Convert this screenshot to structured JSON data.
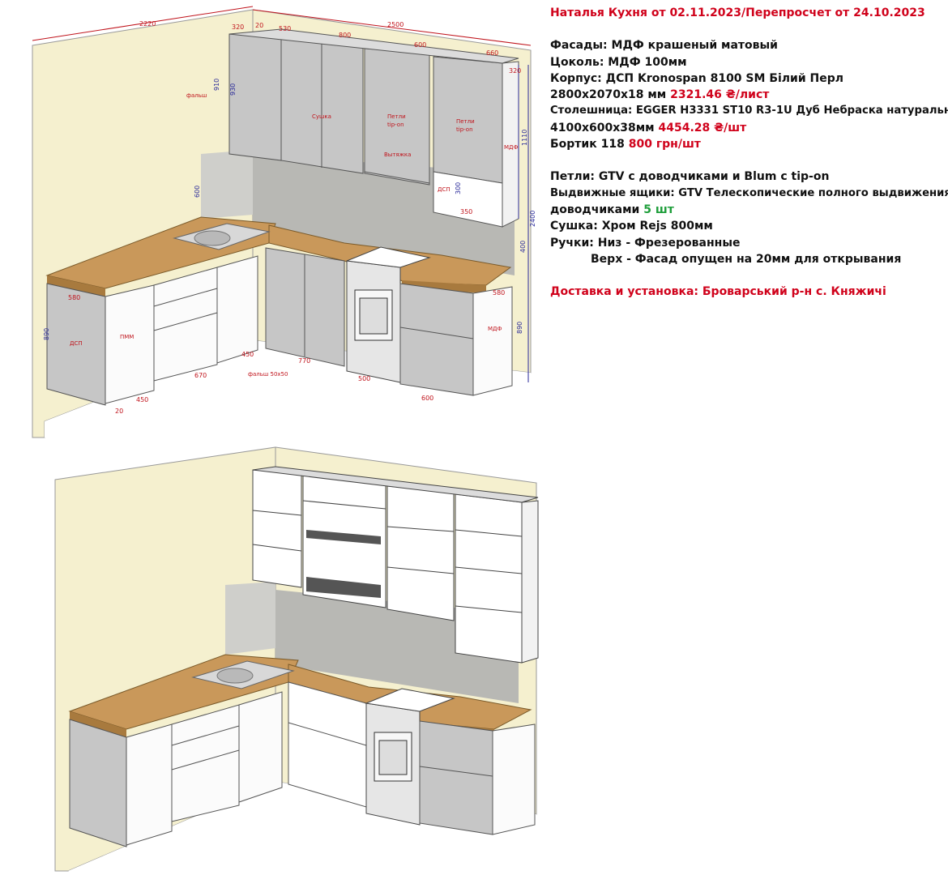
{
  "colors": {
    "wall": "#f5f0cf",
    "wall_line": "#e8e0b0",
    "cabinet": "#c6c6c6",
    "cabinet_dark": "#a8a8a8",
    "carcass_white": "#fbfbfb",
    "worktop": "#c9985a",
    "worktop_edge": "#a87a3e",
    "tile": "#b8b8b4",
    "dim_red": "#c0141c",
    "dim_blue": "#2a2a9a"
  },
  "spec": {
    "title": "Наталья Кухня от 02.11.2023/Перепросчет от 24.10.2023",
    "facades": "Фасады: МДФ крашеный матовый",
    "plinth": "Цоколь: МДФ 100мм",
    "body": "Корпус: ДСП Kronospan 8100 SM Білий Перл",
    "body_size": "2800х2070х18 мм",
    "body_price": "2321.46 ₴/лист",
    "worktop": "Столешница: EGGER H3331 ST10 R3-1U Дуб Небраска натуральний",
    "worktop_size": "4100х600х38мм",
    "worktop_price": "4454.28 ₴/шт",
    "edge": "Бортик 118",
    "edge_price": "800 грн/шт",
    "hinges": "Петли: GTV с доводчиками и Blum с tip-on",
    "drawers": "Выдвижные ящики: GTV Телескопические полного выдвижения с",
    "drawers_2": "доводчиками",
    "drawers_count": "5 шт",
    "dryer": "Сушка: Хром Rejs 800мм",
    "handles": "Ручки: Низ - Фрезерованные",
    "handles_top": "Верх - Фасад опущен на 20мм для открывания",
    "delivery": "Доставка и установка: Броварський р-н с. Княжичі"
  },
  "dims": {
    "d2220": "2220",
    "d2500": "2500",
    "d320a": "320",
    "d20a": "20",
    "d530": "530",
    "d800": "800",
    "d600a": "600",
    "d660": "660",
    "d320b": "320",
    "d910": "910",
    "d930": "930",
    "d1110": "1110",
    "d2400": "2400",
    "d600b": "600",
    "d400": "400",
    "d300": "300",
    "d350": "350",
    "d890a": "890",
    "d580a": "580",
    "d580b": "580",
    "d890b": "890",
    "d450a": "450",
    "d670": "670",
    "d450b": "450",
    "d770": "770",
    "d500": "500",
    "d600c": "600",
    "d20b": "20"
  },
  "labels": {
    "falsh": "фальш",
    "sushka": "Сушка",
    "petli_1": "Петли",
    "tipon_1": "tip-on",
    "vytyazhka": "Вытяжка",
    "petli_2": "Петли",
    "tipon_2": "tip-on",
    "mdf_1": "МДФ",
    "dsp_1": "ДСП",
    "dsp_2": "ДСП",
    "pmm": "ПММ",
    "mdf_2": "МДФ",
    "falsh_50": "фальш 50х50"
  }
}
